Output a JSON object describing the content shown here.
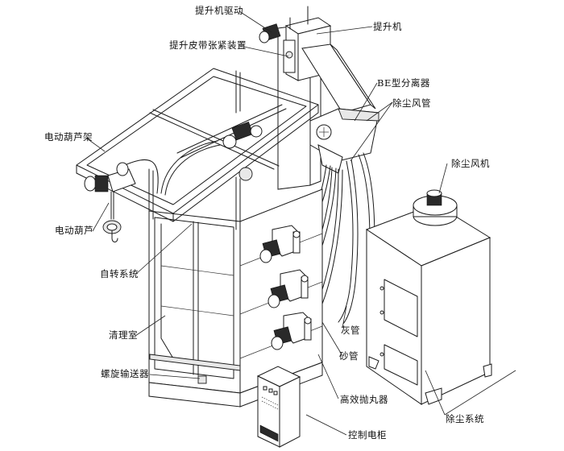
{
  "diagram": {
    "type": "technical-assembly-drawing",
    "subject": "hook-type shot blasting machine",
    "labels": {
      "hoist_drive": "提升机驱动",
      "hoist": "提升机",
      "hoist_belt_tensioner": "提升皮带张紧装置",
      "be_separator": "BE型分离器",
      "dust_duct": "除尘风管",
      "dust_fan": "除尘风机",
      "electric_hoist_frame": "电动葫芦架",
      "electric_hoist": "电动葫芦",
      "rotation_system": "自转系统",
      "cleaning_chamber": "清理室",
      "screw_conveyor": "螺旋输送器",
      "ash_pipe": "灰管",
      "sand_pipe": "砂管",
      "high_efficiency_blaster": "高效抛丸器",
      "control_cabinet": "控制电柜",
      "dust_collection_system": "除尘系统"
    },
    "colors": {
      "line": "#1a1a1a",
      "background": "#ffffff",
      "motor": "#2a2a2a"
    }
  }
}
